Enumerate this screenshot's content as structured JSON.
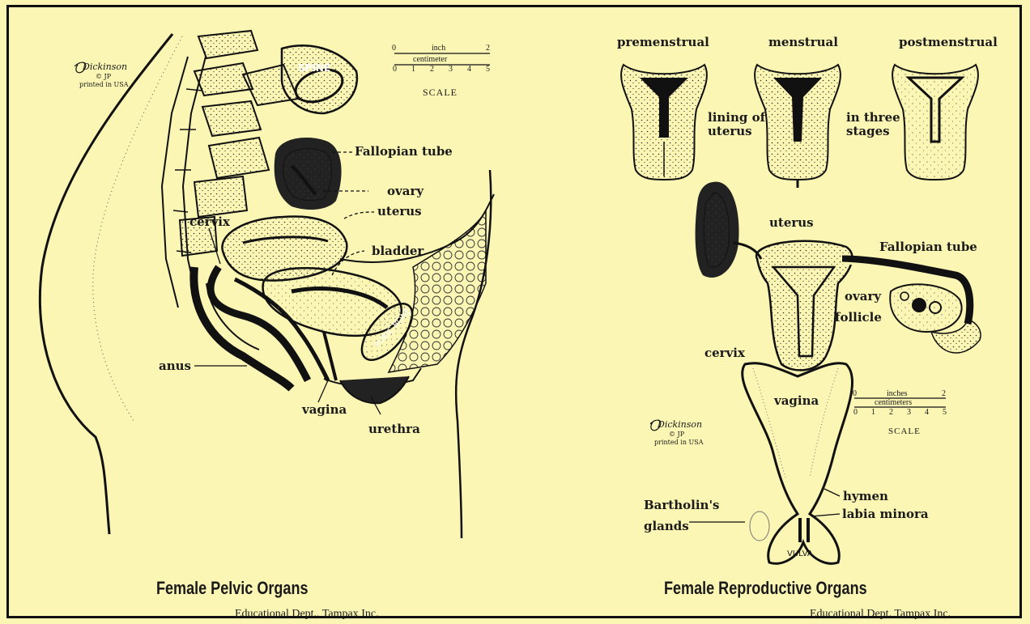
{
  "pelvic": {
    "title": "Female Pelvic Organs",
    "credit": "Educational Dept., Tampax Inc.",
    "signature": "Dickinson",
    "initials": "© JP",
    "printed": "printed in USA",
    "scale": {
      "inch_label": "inch",
      "cm_label": "centimeter",
      "inch_ticks": [
        "0",
        "2"
      ],
      "cm_ticks": [
        "0",
        "1",
        "2",
        "3",
        "4",
        "5"
      ],
      "caption": "SCALE"
    },
    "labels": {
      "spine": "SPINE",
      "fallopian_tube": "Fallopian tube",
      "ovary": "ovary",
      "uterus": "uterus",
      "cervix": "cervix",
      "bladder": "bladder",
      "pubic_bone": "PUBIC BONE",
      "anus": "anus",
      "vagina": "vagina",
      "urethra": "urethra"
    }
  },
  "reproductive": {
    "title": "Female Reproductive Organs",
    "credit": "Educational Dept. Tampax Inc.",
    "signature": "Dickinson",
    "initials": "© JP",
    "printed": "printed in USA",
    "stages": [
      "premenstrual",
      "menstrual",
      "postmenstrual"
    ],
    "stage_note_left": "lining of uterus",
    "stage_note_right": "in three stages",
    "scale": {
      "inch_label": "inches",
      "cm_label": "centimeters",
      "inch_ticks": [
        "0",
        "2"
      ],
      "cm_ticks": [
        "0",
        "1",
        "2",
        "3",
        "4",
        "5"
      ],
      "caption": "SCALE"
    },
    "labels": {
      "uterus": "uterus",
      "fallopian_tube": "Fallopian tube",
      "ovary": "ovary",
      "follicle": "follicle",
      "cervix": "cervix",
      "vagina": "vagina",
      "bartholins_glands": "Bartholin's glands",
      "hymen": "hymen",
      "labia_minora": "labia minora",
      "vulva": "VULVA"
    }
  },
  "colors": {
    "paper": "#fbf6b4",
    "ink": "#1a1a1a"
  }
}
